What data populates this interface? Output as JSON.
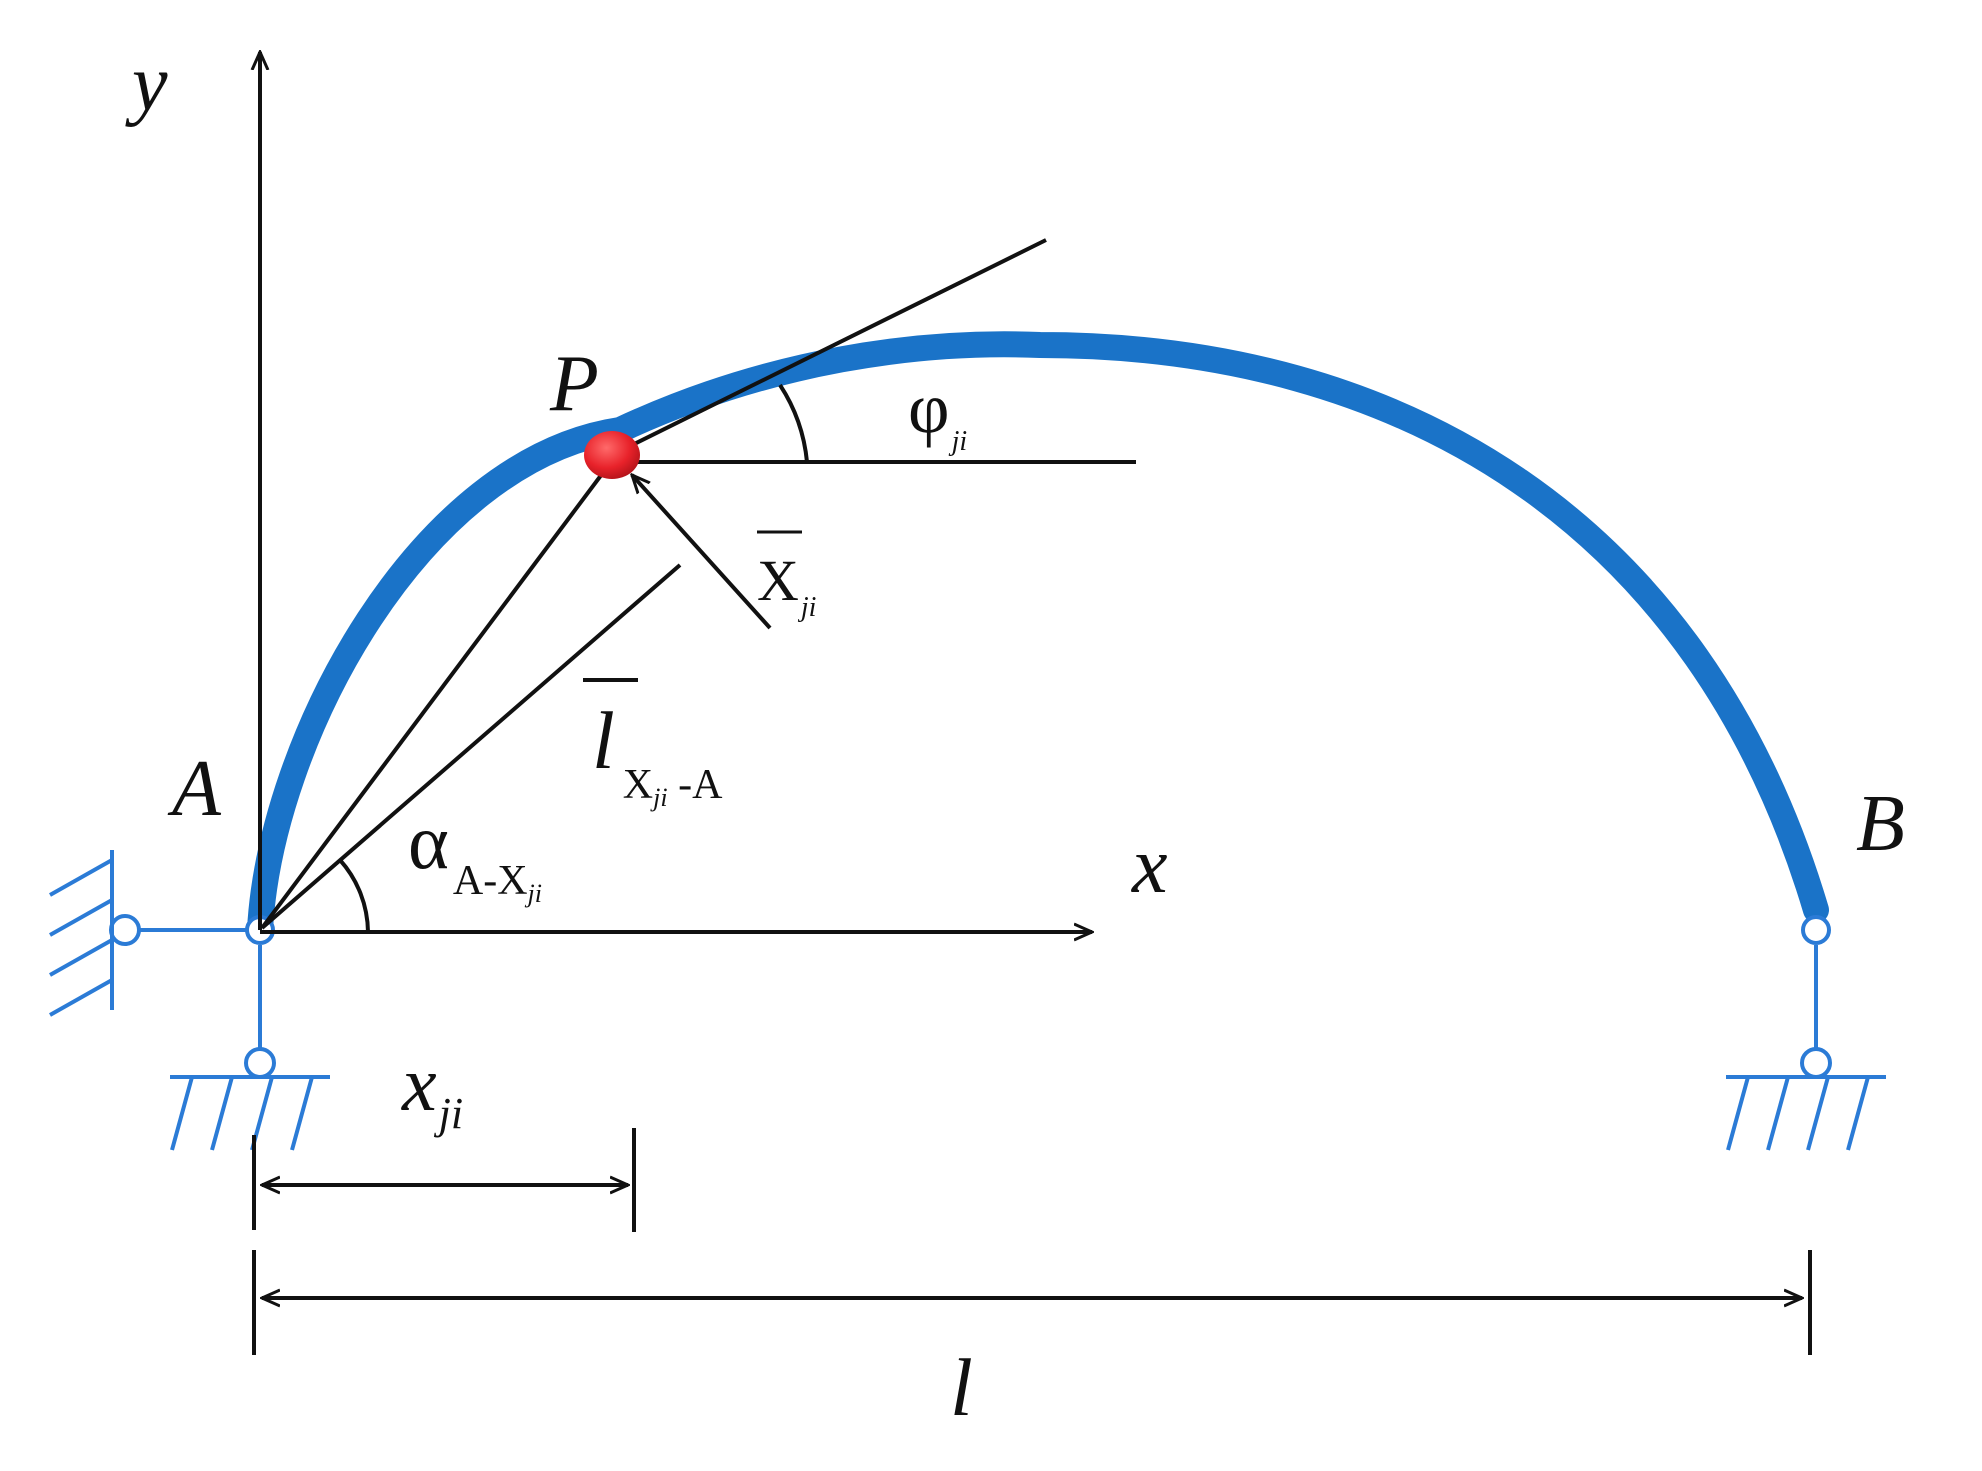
{
  "colors": {
    "arch": "#1a73c8",
    "support": "#2b7bd6",
    "ink": "#111111",
    "point": "#e8222a"
  },
  "labels": {
    "y_axis": "y",
    "x_axis": "x",
    "point_a": "A",
    "point_b": "B",
    "point_p": "P",
    "phi": {
      "symbol": "φ",
      "sub": "ji"
    },
    "x_bar": {
      "symbol": "X",
      "sub": "ji"
    },
    "l_bar": {
      "symbol": "l",
      "sub_x": "X",
      "sub_ji": "ji",
      "sub_a": " -A"
    },
    "alpha": {
      "symbol": "α",
      "sub_a": "A-X",
      "sub_ji": "ji"
    },
    "x_ji": {
      "symbol": "x",
      "sub": "ji"
    },
    "span": "l"
  }
}
